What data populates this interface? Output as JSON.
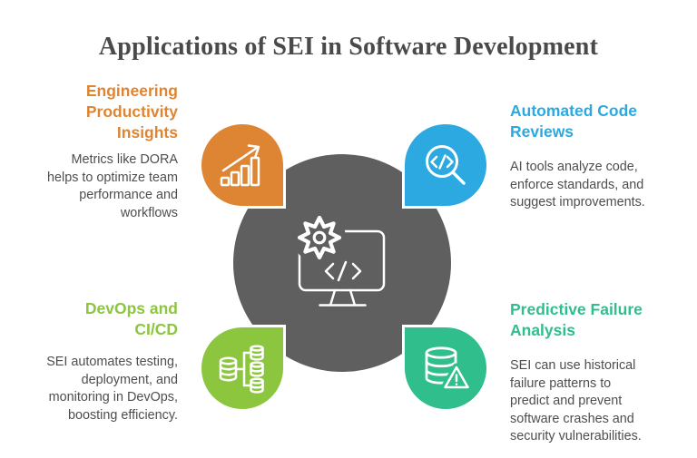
{
  "title": "Applications of SEI in Software Development",
  "colors": {
    "background": "#FFFFFF",
    "title": "#4A4A4A",
    "body_text": "#4E4E4E",
    "center_circle": "#5F5F5F",
    "orange": "#DE8533",
    "blue": "#2BA9E0",
    "green": "#8CC63F",
    "emerald": "#2FBE8C"
  },
  "center": {
    "icon": "monitor-gear-code-icon",
    "color": "#5F5F5F"
  },
  "sections": {
    "top_left": {
      "heading": "Engineering\nProductivity\nInsights",
      "body": "Metrics like DORA\nhelps to optimize team\nperformance and\nworkflows",
      "accent": "#DE8533",
      "icon": "growth-chart-icon"
    },
    "top_right": {
      "heading": "Automated Code\nReviews",
      "body": "AI tools analyze code,\nenforce standards, and\nsuggest improvements.",
      "accent": "#2BA9E0",
      "icon": "code-review-magnifier-icon"
    },
    "bottom_left": {
      "heading": "DevOps and\nCI/CD",
      "body": "SEI automates testing,\ndeployment, and\nmonitoring in DevOps,\nboosting efficiency.",
      "accent": "#8CC63F",
      "icon": "database-pipeline-icon"
    },
    "bottom_right": {
      "heading": "Predictive Failure\nAnalysis",
      "body": "SEI can use historical\nfailure patterns to\npredict and prevent\nsoftware crashes and\nsecurity vulnerabilities.",
      "accent": "#2FBE8C",
      "icon": "database-alert-icon"
    }
  }
}
